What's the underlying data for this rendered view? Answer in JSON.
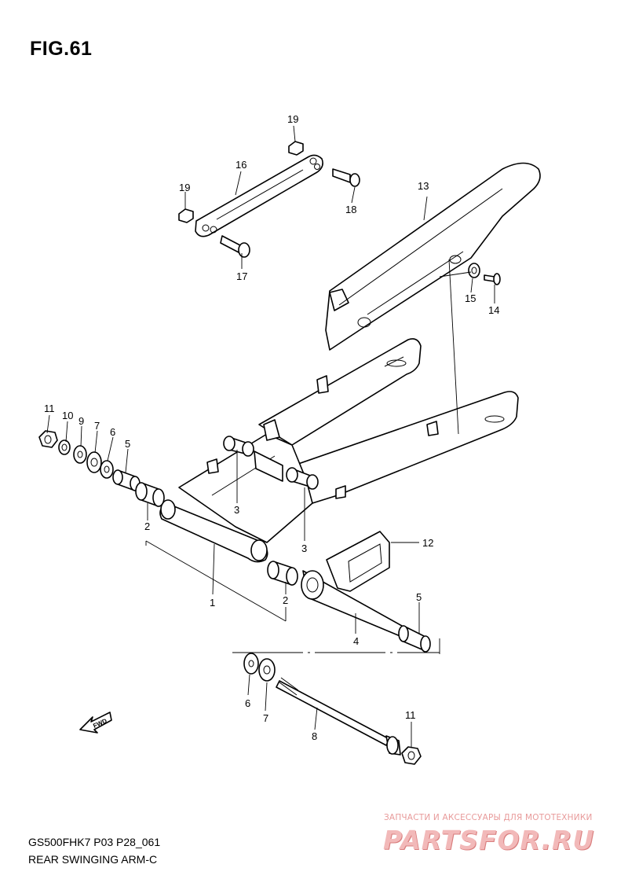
{
  "figure": {
    "title": "FIG.61",
    "model_code": "GS500FHK7 P03 P28_061",
    "name": "REAR SWINGING ARM-C"
  },
  "callouts": {
    "c1": "1",
    "c2a": "2",
    "c2b": "2",
    "c3a": "3",
    "c3b": "3",
    "c4": "4",
    "c5a": "5",
    "c5b": "5",
    "c6a": "6",
    "c6b": "6",
    "c7a": "7",
    "c7b": "7",
    "c8": "8",
    "c9": "9",
    "c10": "10",
    "c11a": "11",
    "c11b": "11",
    "c12": "12",
    "c13": "13",
    "c14": "14",
    "c15": "15",
    "c16": "16",
    "c17": "17",
    "c18": "18",
    "c19a": "19",
    "c19b": "19"
  },
  "direction_marker": {
    "text": "FWD",
    "icon": "fwd-arrow-icon"
  },
  "watermark": {
    "caption": "ЗАПЧАСТИ И АКСЕССУАРЫ ДЛЯ МОТОТЕХНИКИ",
    "logo": "PARTSFOR.RU",
    "color": "#e89a9a"
  }
}
